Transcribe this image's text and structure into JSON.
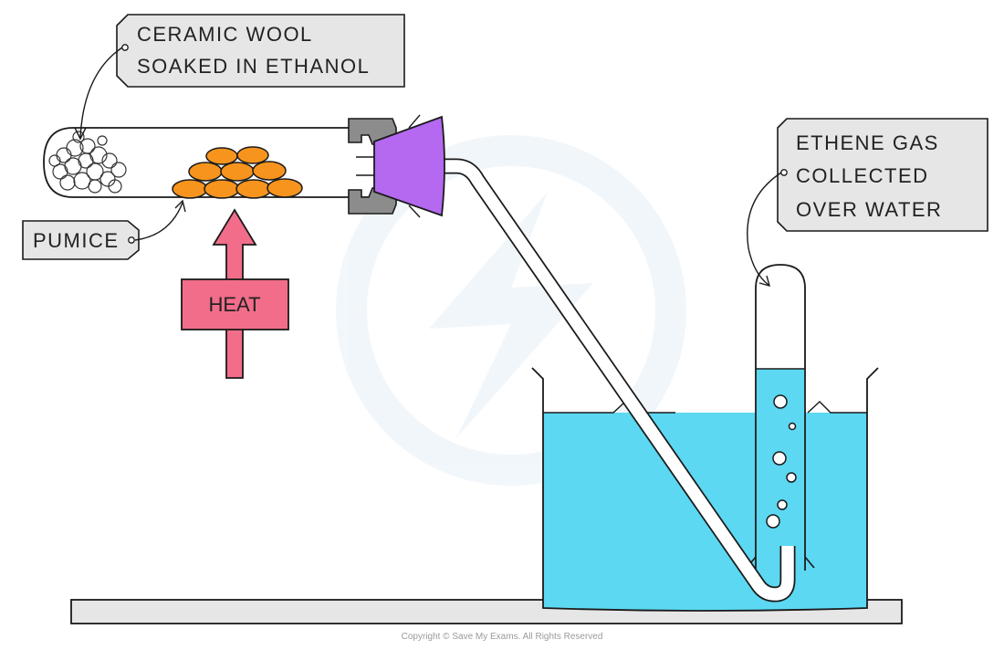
{
  "labels": {
    "ceramic_line1": "CERAMIC  WOOL",
    "ceramic_line2": "SOAKED  IN  ETHANOL",
    "pumice": "PUMICE",
    "heat": "HEAT",
    "ethene_line1": "ETHENE  GAS",
    "ethene_line2": "COLLECTED",
    "ethene_line3": "OVER  WATER"
  },
  "copyright": "Copyright © Save My Exams. All Rights Reserved",
  "colors": {
    "water": "#5cd8f2",
    "pumice": "#f7941d",
    "stopper": "#b469f0",
    "clamp": "#8c8c8c",
    "heat_arrow": "#f26d8a",
    "label_box": "#e6e6e6",
    "bench": "#e6e6e6",
    "outline": "#1a1a1a"
  }
}
